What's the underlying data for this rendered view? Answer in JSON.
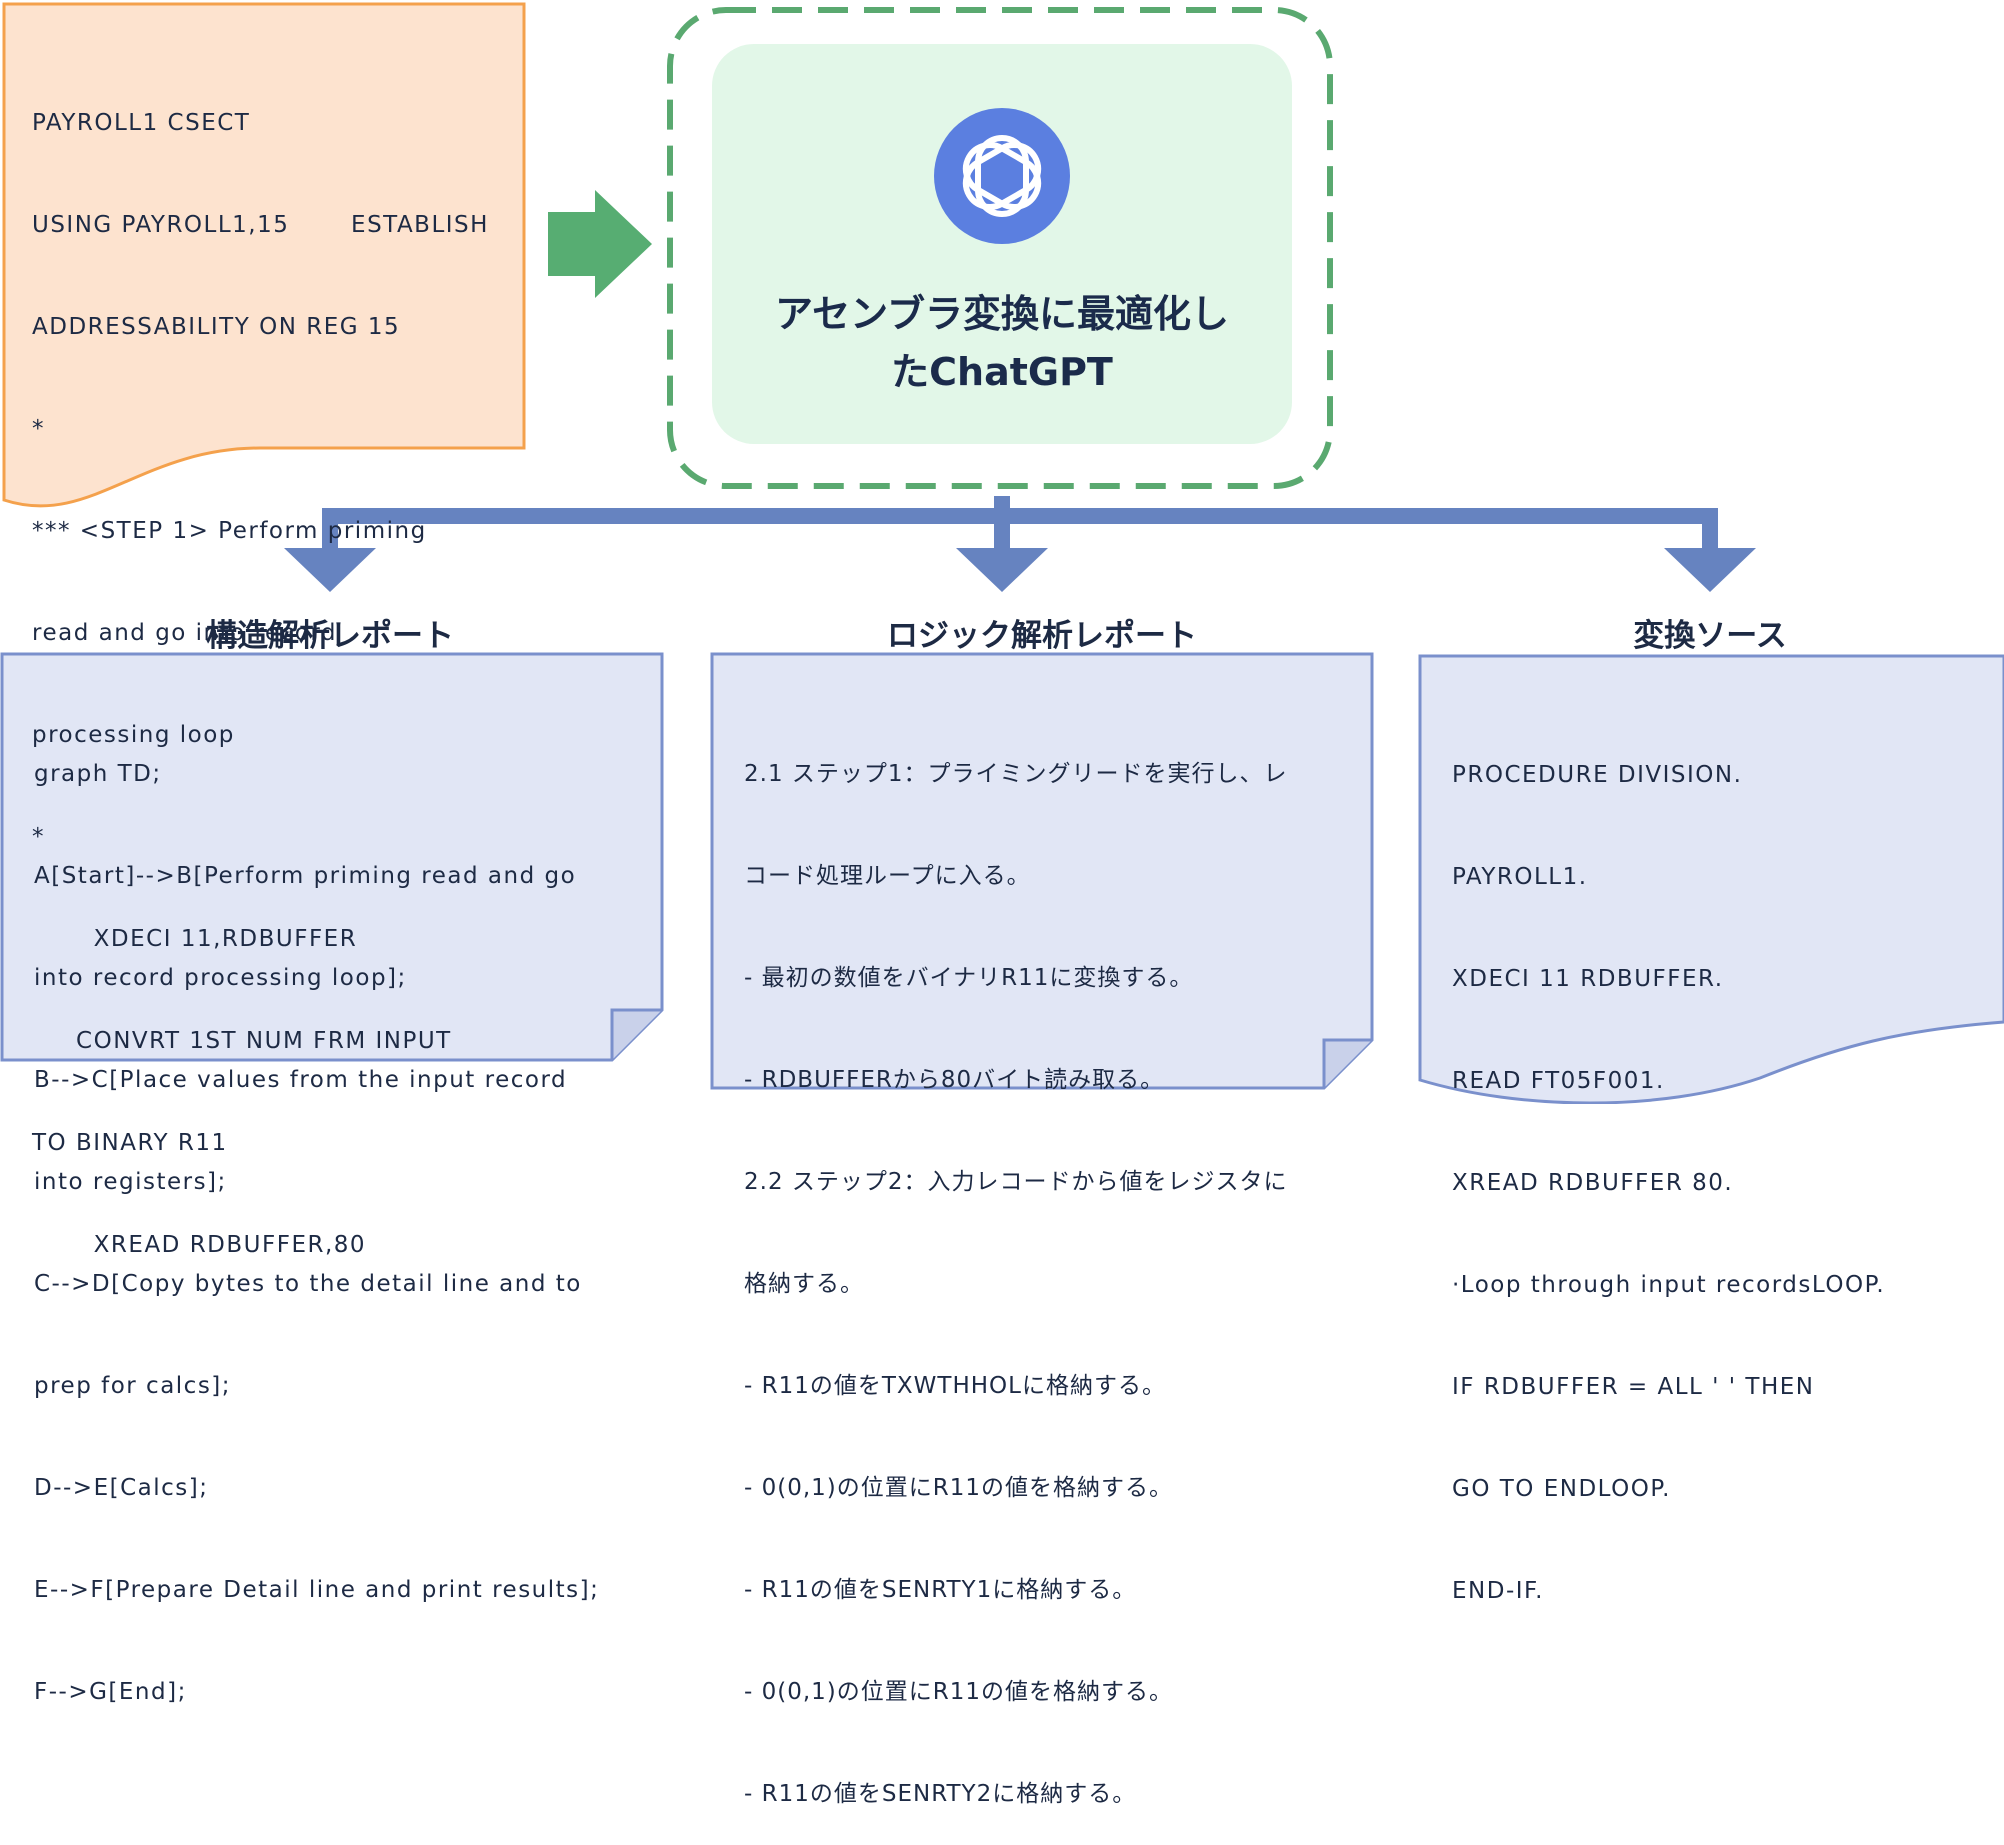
{
  "source_code": {
    "lines": [
      "PAYROLL1 CSECT",
      "USING PAYROLL1,15       ESTABLISH",
      "ADDRESSABILITY ON REG 15",
      "*",
      "*** <STEP 1> Perform priming",
      "read and go into record",
      "processing loop",
      "*",
      "       XDECI 11,RDBUFFER",
      "     CONVRT 1ST NUM FRM INPUT",
      "TO BINARY R11",
      "       XREAD RDBUFFER,80"
    ]
  },
  "center": {
    "title_line1": "アセンブラ変換に最適化し",
    "title_line2": "たChatGPT",
    "logo_icon": "chatgpt-logo-icon"
  },
  "outputs": [
    {
      "heading": "構造解析レポート",
      "lines": [
        "graph TD;",
        "A[Start]-->B[Perform priming read and go",
        "into record processing loop];",
        "B-->C[Place values from the input record",
        "into registers];",
        "C-->D[Copy bytes to the detail line and to",
        "prep for calcs];",
        "D-->E[Calcs];",
        "E-->F[Prepare Detail line and print results];",
        "F-->G[End];"
      ]
    },
    {
      "heading": "ロジック解析レポート",
      "lines": [
        "2.1 ステップ1：プライミングリードを実行し、レ",
        "コード処理ループに入る。",
        "- 最初の数値をバイナリR11に変換する。",
        "- RDBUFFERから80バイト読み取る。",
        "2.2 ステップ2：入力レコードから値をレジスタに",
        "格納する。",
        "- R11の値をTXWTHHOLに格納する。",
        "- 0(0,1)の位置にR11の値を格納する。",
        "- R11の値をSENRTY1に格納する。",
        "- 0(0,1)の位置にR11の値を格納する。",
        "- R11の値をSENRTY2に格納する。"
      ]
    },
    {
      "heading": "変換ソース",
      "lines": [
        "PROCEDURE DIVISION.",
        "PAYROLL1.",
        "XDECI 11 RDBUFFER.",
        "READ FT05F001.",
        "XREAD RDBUFFER 80.",
        "·Loop through input recordsLOOP.",
        "IF RDBUFFER = ALL ' ' THEN",
        "GO TO ENDLOOP.",
        "END-IF."
      ]
    }
  ],
  "colors": {
    "source_fill": "#fde3cf",
    "source_stroke": "#f4a14c",
    "green_arrow": "#57ad72",
    "dashed_border": "#5aa970",
    "center_fill": "#e2f7e8",
    "logo_blue": "#5b7fe0",
    "connector_blue": "#6683c0",
    "doc_fill": "#e1e6f5",
    "doc_stroke": "#7a90cc"
  }
}
